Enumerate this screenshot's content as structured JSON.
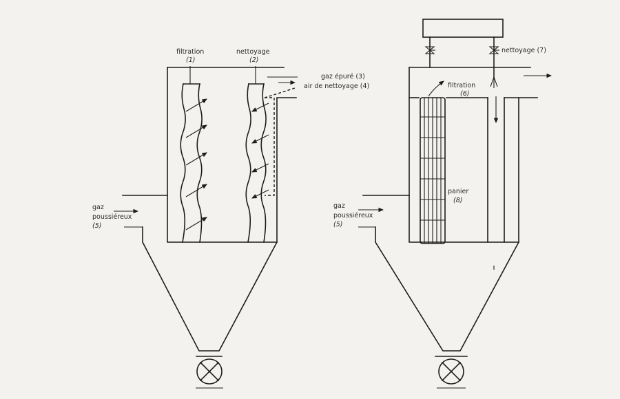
{
  "figure": {
    "left_unit": {
      "filtration_label": "filtration",
      "filtration_number": "(1)",
      "cleaning_label": "nettoyage",
      "cleaning_number": "(2)",
      "clean_gas_label": "gaz épuré (3)",
      "cleaning_air_label": "air de nettoyage (4)",
      "inlet_gas_label": "gaz",
      "inlet_dusty_label": "poussiéreux",
      "inlet_number": "(5)"
    },
    "right_unit": {
      "cleaning_label": "nettoyage (7)",
      "filtration_label": "filtration",
      "filtration_number": "(6)",
      "basket_label": "panier",
      "basket_number": "(8)",
      "inlet_gas_label": "gaz",
      "inlet_dusty_label": "poussiéreux",
      "inlet_number": "(5)"
    }
  }
}
